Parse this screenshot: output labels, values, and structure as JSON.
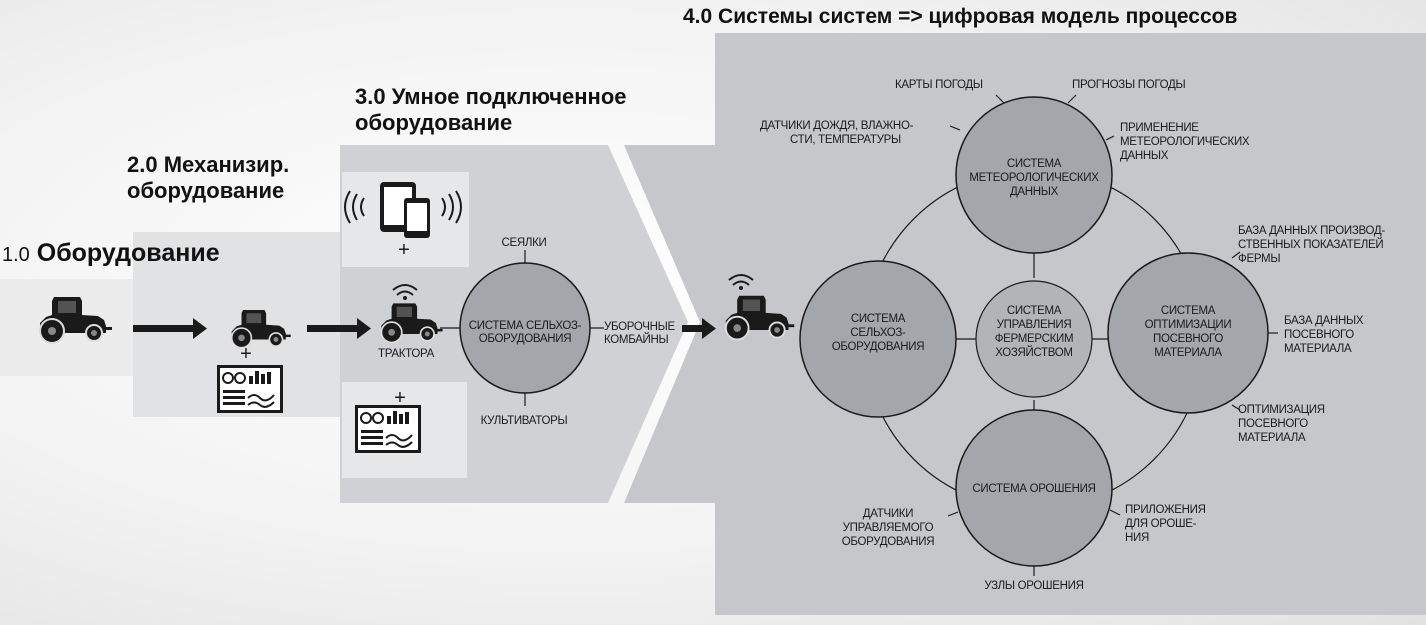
{
  "stages": {
    "s1": {
      "num": "1.0",
      "title": "Оборудование"
    },
    "s2": {
      "line1": "2.0 Механизир.",
      "line2": "оборудование"
    },
    "s3": {
      "line1": "3.0 Умное подключенное",
      "line2": "оборудование"
    },
    "s4": {
      "title": "4.0 Системы систем => цифровая модель процессов"
    }
  },
  "stage3": {
    "hub": {
      "line1": "СИСТЕМА СЕЛЬХОЗ-",
      "line2": "ОБОРУДОВАНИЯ"
    },
    "seeders": "СЕЯЛКИ",
    "tractors": "ТРАКТОРА",
    "harvesters": {
      "line1": "УБОРОЧНЫЕ",
      "line2": "КОМБАЙНЫ"
    },
    "cultivators": "КУЛЬТИВАТОРЫ",
    "plus": "+"
  },
  "stage2": {
    "plus": "+"
  },
  "stage4": {
    "center": {
      "line1": "СИСТЕМА",
      "line2": "УПРАВЛЕНИЯ",
      "line3": "ФЕРМЕРСКИМ",
      "line4": "ХОЗЯЙСТВОМ"
    },
    "weather": {
      "line1": "СИСТЕМА",
      "line2": "МЕТЕОРОЛОГИЧЕСКИХ",
      "line3": "ДАННЫХ"
    },
    "equipment": {
      "line1": "СИСТЕМА",
      "line2": "СЕЛЬХОЗ-",
      "line3": "ОБОРУДОВАНИЯ"
    },
    "seed": {
      "line1": "СИСТЕМА",
      "line2": "ОПТИМИЗАЦИИ",
      "line3": "ПОСЕВНОГО",
      "line4": "МАТЕРИАЛА"
    },
    "irrigation": {
      "line1": "СИСТЕМА ОРОШЕНИЯ"
    },
    "labels": {
      "weather_maps": "КАРТЫ ПОГОДЫ",
      "weather_forecasts": "ПРОГНОЗЫ ПОГОДЫ",
      "sensors": {
        "line1": "ДАТЧИКИ ДОЖДЯ, ВЛАЖНО-",
        "line2": "СТИ, ТЕМПЕРАТУРЫ"
      },
      "met_apps": {
        "line1": "ПРИМЕНЕНИЕ",
        "line2": "МЕТЕОРОЛОГИЧЕСКИХ",
        "line3": "ДАННЫХ"
      },
      "farm_db": {
        "line1": "БАЗА ДАННЫХ ПРОИЗВОД-",
        "line2": "СТВЕННЫХ ПОКАЗАТЕЛЕЙ",
        "line3": "ФЕРМЫ"
      },
      "seed_db": {
        "line1": "БАЗА ДАННЫХ",
        "line2": "ПОСЕВНОГО",
        "line3": "МАТЕРИАЛА"
      },
      "seed_opt": {
        "line1": "ОПТИМИЗАЦИЯ",
        "line2": "ПОСЕВНОГО",
        "line3": "МАТЕРИАЛА"
      },
      "irr_apps": {
        "line1": "ПРИЛОЖЕНИЯ",
        "line2": "ДЛЯ ОРОШЕ-",
        "line3": "НИЯ"
      },
      "controlled_sensors": {
        "line1": "ДАТЧИКИ",
        "line2": "УПРАВЛЯЕМОГО",
        "line3": "ОБОРУДОВАНИЯ"
      },
      "irr_nodes": "УЗЛЫ ОРОШЕНИЯ"
    }
  },
  "colors": {
    "panel1": "#ececec",
    "panel2": "#e1e2e4",
    "panel3": "#cfd1d4",
    "panel4": "#c5c7ca",
    "circle": "#a3a6aa",
    "stroke": "#1a1a1a"
  }
}
